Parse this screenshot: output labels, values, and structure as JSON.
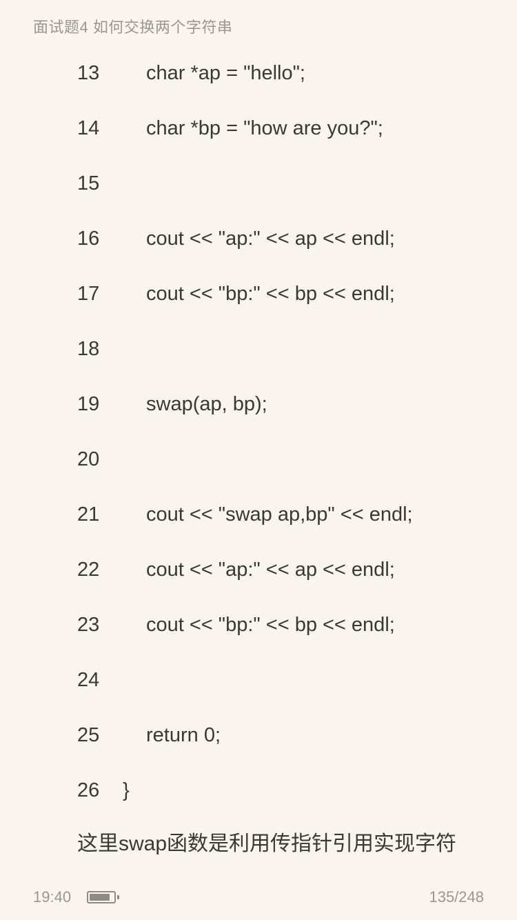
{
  "header": {
    "title": "面试题4 如何交换两个字符串"
  },
  "code_lines": [
    {
      "num": "13",
      "code": "char *ap = \"hello\";"
    },
    {
      "num": "14",
      "code": "char *bp = \"how are you?\";"
    },
    {
      "num": "15",
      "code": ""
    },
    {
      "num": "16",
      "code": "cout << \"ap:\" << ap << endl;"
    },
    {
      "num": "17",
      "code": "cout << \"bp:\" << bp << endl;"
    },
    {
      "num": "18",
      "code": ""
    },
    {
      "num": "19",
      "code": "swap(ap, bp);"
    },
    {
      "num": "20",
      "code": ""
    },
    {
      "num": "21",
      "code": "cout << \"swap ap,bp\" << endl;"
    },
    {
      "num": "22",
      "code": "cout << \"ap:\" << ap << endl;"
    },
    {
      "num": "23",
      "code": "cout << \"bp:\" << bp << endl;"
    },
    {
      "num": "24",
      "code": ""
    },
    {
      "num": "25",
      "code": "return 0;"
    },
    {
      "num": "26",
      "code": "}"
    }
  ],
  "paragraph": {
    "text": "这里swap函数是利用传指针引用实现字符"
  },
  "footer": {
    "time": "19:40",
    "battery_level": 0.85,
    "page_indicator": "135/248"
  }
}
